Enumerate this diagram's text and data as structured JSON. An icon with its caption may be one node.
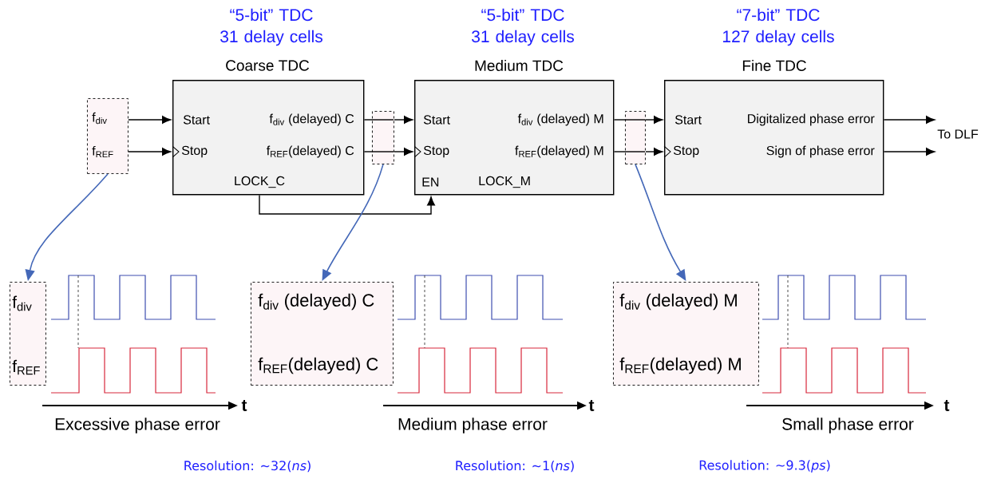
{
  "diagram": {
    "nodes": [
      {
        "text": [
          "Coarse TDC",
          "Start",
          "Stop",
          "f$_{div}$ (delayed) C",
          "f$_{REF}$(delayed) C",
          "LOCK_C"
        ],
        "beside": [
          "“5-bit” TDC 31 delay cells"
        ]
      },
      {
        "text": [
          "Medium TDC",
          "Start",
          "Stop",
          "f$_{div}$ (delayed) M",
          "f$_{REF}$(delayed) M",
          "EN",
          "LOCK_M"
        ],
        "beside": [
          "“5-bit” TDC 31 delay cells"
        ]
      },
      {
        "text": [
          "Fine TDC",
          "Start",
          "Stop",
          "Digitalized phase error",
          "Sign of phase error"
        ],
        "beside": [
          "“7-bit” TDC 127 delay cells"
        ]
      },
      {
        "text": [
          "f$_{div}$",
          "f$_{REF}$"
        ]
      },
      {
        "text": [],
        "shape": "box"
      },
      {
        "text": [],
        "shape": "box"
      },
      {
        "text": [
          "To DLF"
        ]
      },
      {
        "text": [
          "f$_{div}$",
          "f$_{REF}$"
        ]
      },
      {
        "text": [
          "f$_{div}$ (delayed) C",
          "f$_{REF}$(delayed) C"
        ]
      },
      {
        "text": [
          "f$_{div}$ (delayed) M",
          "f$_{REF}$(delayed) M"
        ]
      }
    ],
    "edges": [
      {
        "from": 3,
        "to": 0,
        "arrow": "to"
      },
      {
        "from": 3,
        "to": 0,
        "arrow": "to"
      },
      {
        "from": 0,
        "to": 4,
        "arrow": "none"
      },
      {
        "from": 4,
        "to": 1,
        "arrow": "to"
      },
      {
        "from": 0,
        "to": 4,
        "arrow": "none"
      },
      {
        "from": 4,
        "to": 1,
        "arrow": "to"
      },
      {
        "from": 0,
        "to": 1,
        "arrow": "to"
      },
      {
        "from": 1,
        "to": 5,
        "arrow": "none"
      },
      {
        "from": 5,
        "to": 2,
        "arrow": "to"
      },
      {
        "from": 1,
        "to": 5,
        "arrow": "none"
      },
      {
        "from": 5,
        "to": 2,
        "arrow": "to"
      },
      {
        "from": 2,
        "to": 6,
        "arrow": "to"
      },
      {
        "from": 2,
        "to": 6,
        "arrow": "to"
      },
      {
        "from": 3,
        "to": 7,
        "arrow": "to",
        "color": "#4468b8"
      },
      {
        "from": 4,
        "to": 8,
        "arrow": "to",
        "color": "#4468b8"
      },
      {
        "from": 5,
        "to": 9,
        "arrow": "to",
        "color": "#4468b8"
      }
    ],
    "labels": [
      "t",
      "Excessive phase error",
      "t",
      "Medium phase error",
      "t",
      "Small phase error",
      "Resolution: ∼32(*ns*)",
      "Resolution: ∼1(*ns*)",
      "Resolution: ∼9.3(*ps*)"
    ]
  }
}
